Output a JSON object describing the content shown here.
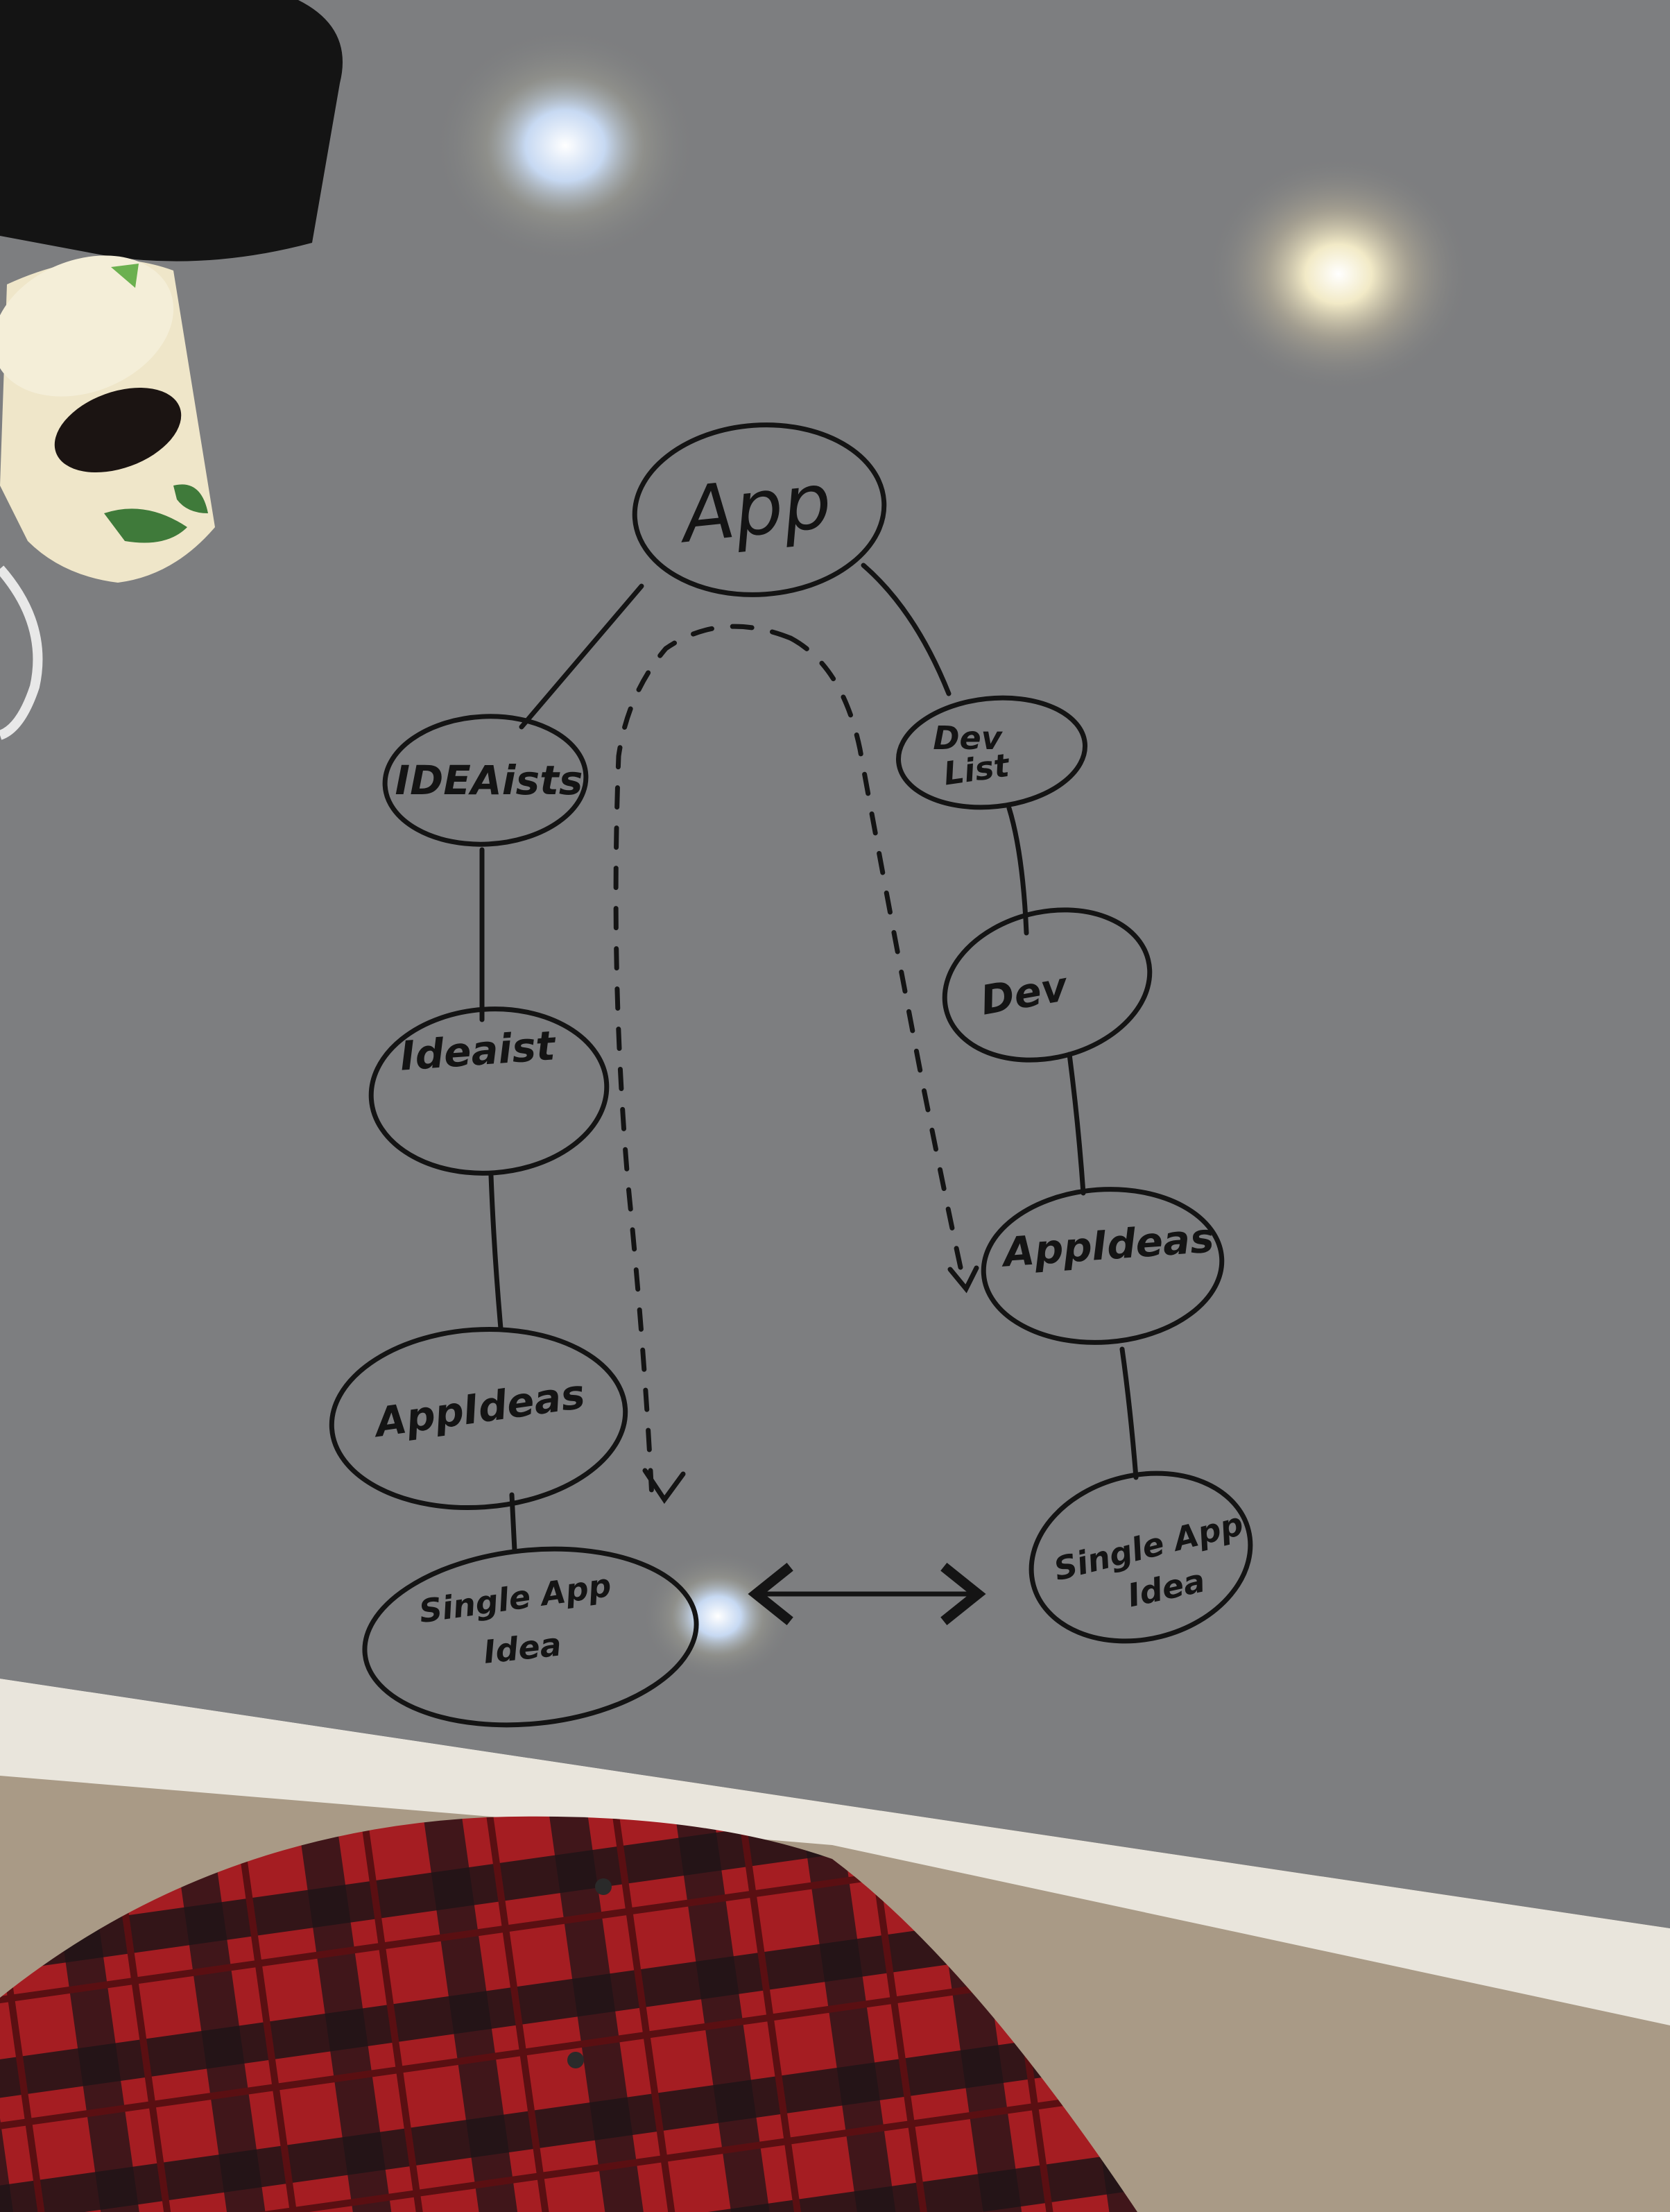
{
  "diagram": {
    "nodes": {
      "app": {
        "label": "App"
      },
      "idealists": {
        "label": "IDEAists"
      },
      "devlist": {
        "line1": "Dev",
        "line2": "List"
      },
      "ideaist": {
        "label": "Ideaist"
      },
      "dev": {
        "label": "Dev"
      },
      "appideas_left": {
        "label": "AppIdeas"
      },
      "appideas_right": {
        "label": "AppIdeas"
      },
      "single_left": {
        "line1": "Single App",
        "line2": "Idea"
      },
      "single_right": {
        "line1": "Single App",
        "line2": "Idea"
      }
    },
    "edges": [
      {
        "from": "app",
        "to": "idealists",
        "style": "solid"
      },
      {
        "from": "app",
        "to": "devlist",
        "style": "solid"
      },
      {
        "from": "idealists",
        "to": "ideaist",
        "style": "solid"
      },
      {
        "from": "ideaist",
        "to": "appideas_left",
        "style": "solid"
      },
      {
        "from": "appideas_left",
        "to": "single_left",
        "style": "solid"
      },
      {
        "from": "devlist",
        "to": "dev",
        "style": "solid"
      },
      {
        "from": "dev",
        "to": "appideas_right",
        "style": "solid"
      },
      {
        "from": "appideas_right",
        "to": "single_right",
        "style": "solid"
      },
      {
        "from": "app",
        "to": "single_left",
        "style": "dashed"
      },
      {
        "from": "app",
        "to": "appideas_right",
        "style": "dashed"
      },
      {
        "from": "single_left",
        "to": "single_right",
        "style": "double-arrow"
      }
    ]
  },
  "colors": {
    "whiteboard": "#7d7e80",
    "marker": "#141414",
    "cup": "#efe6c9",
    "shirt": "#a51d22"
  }
}
